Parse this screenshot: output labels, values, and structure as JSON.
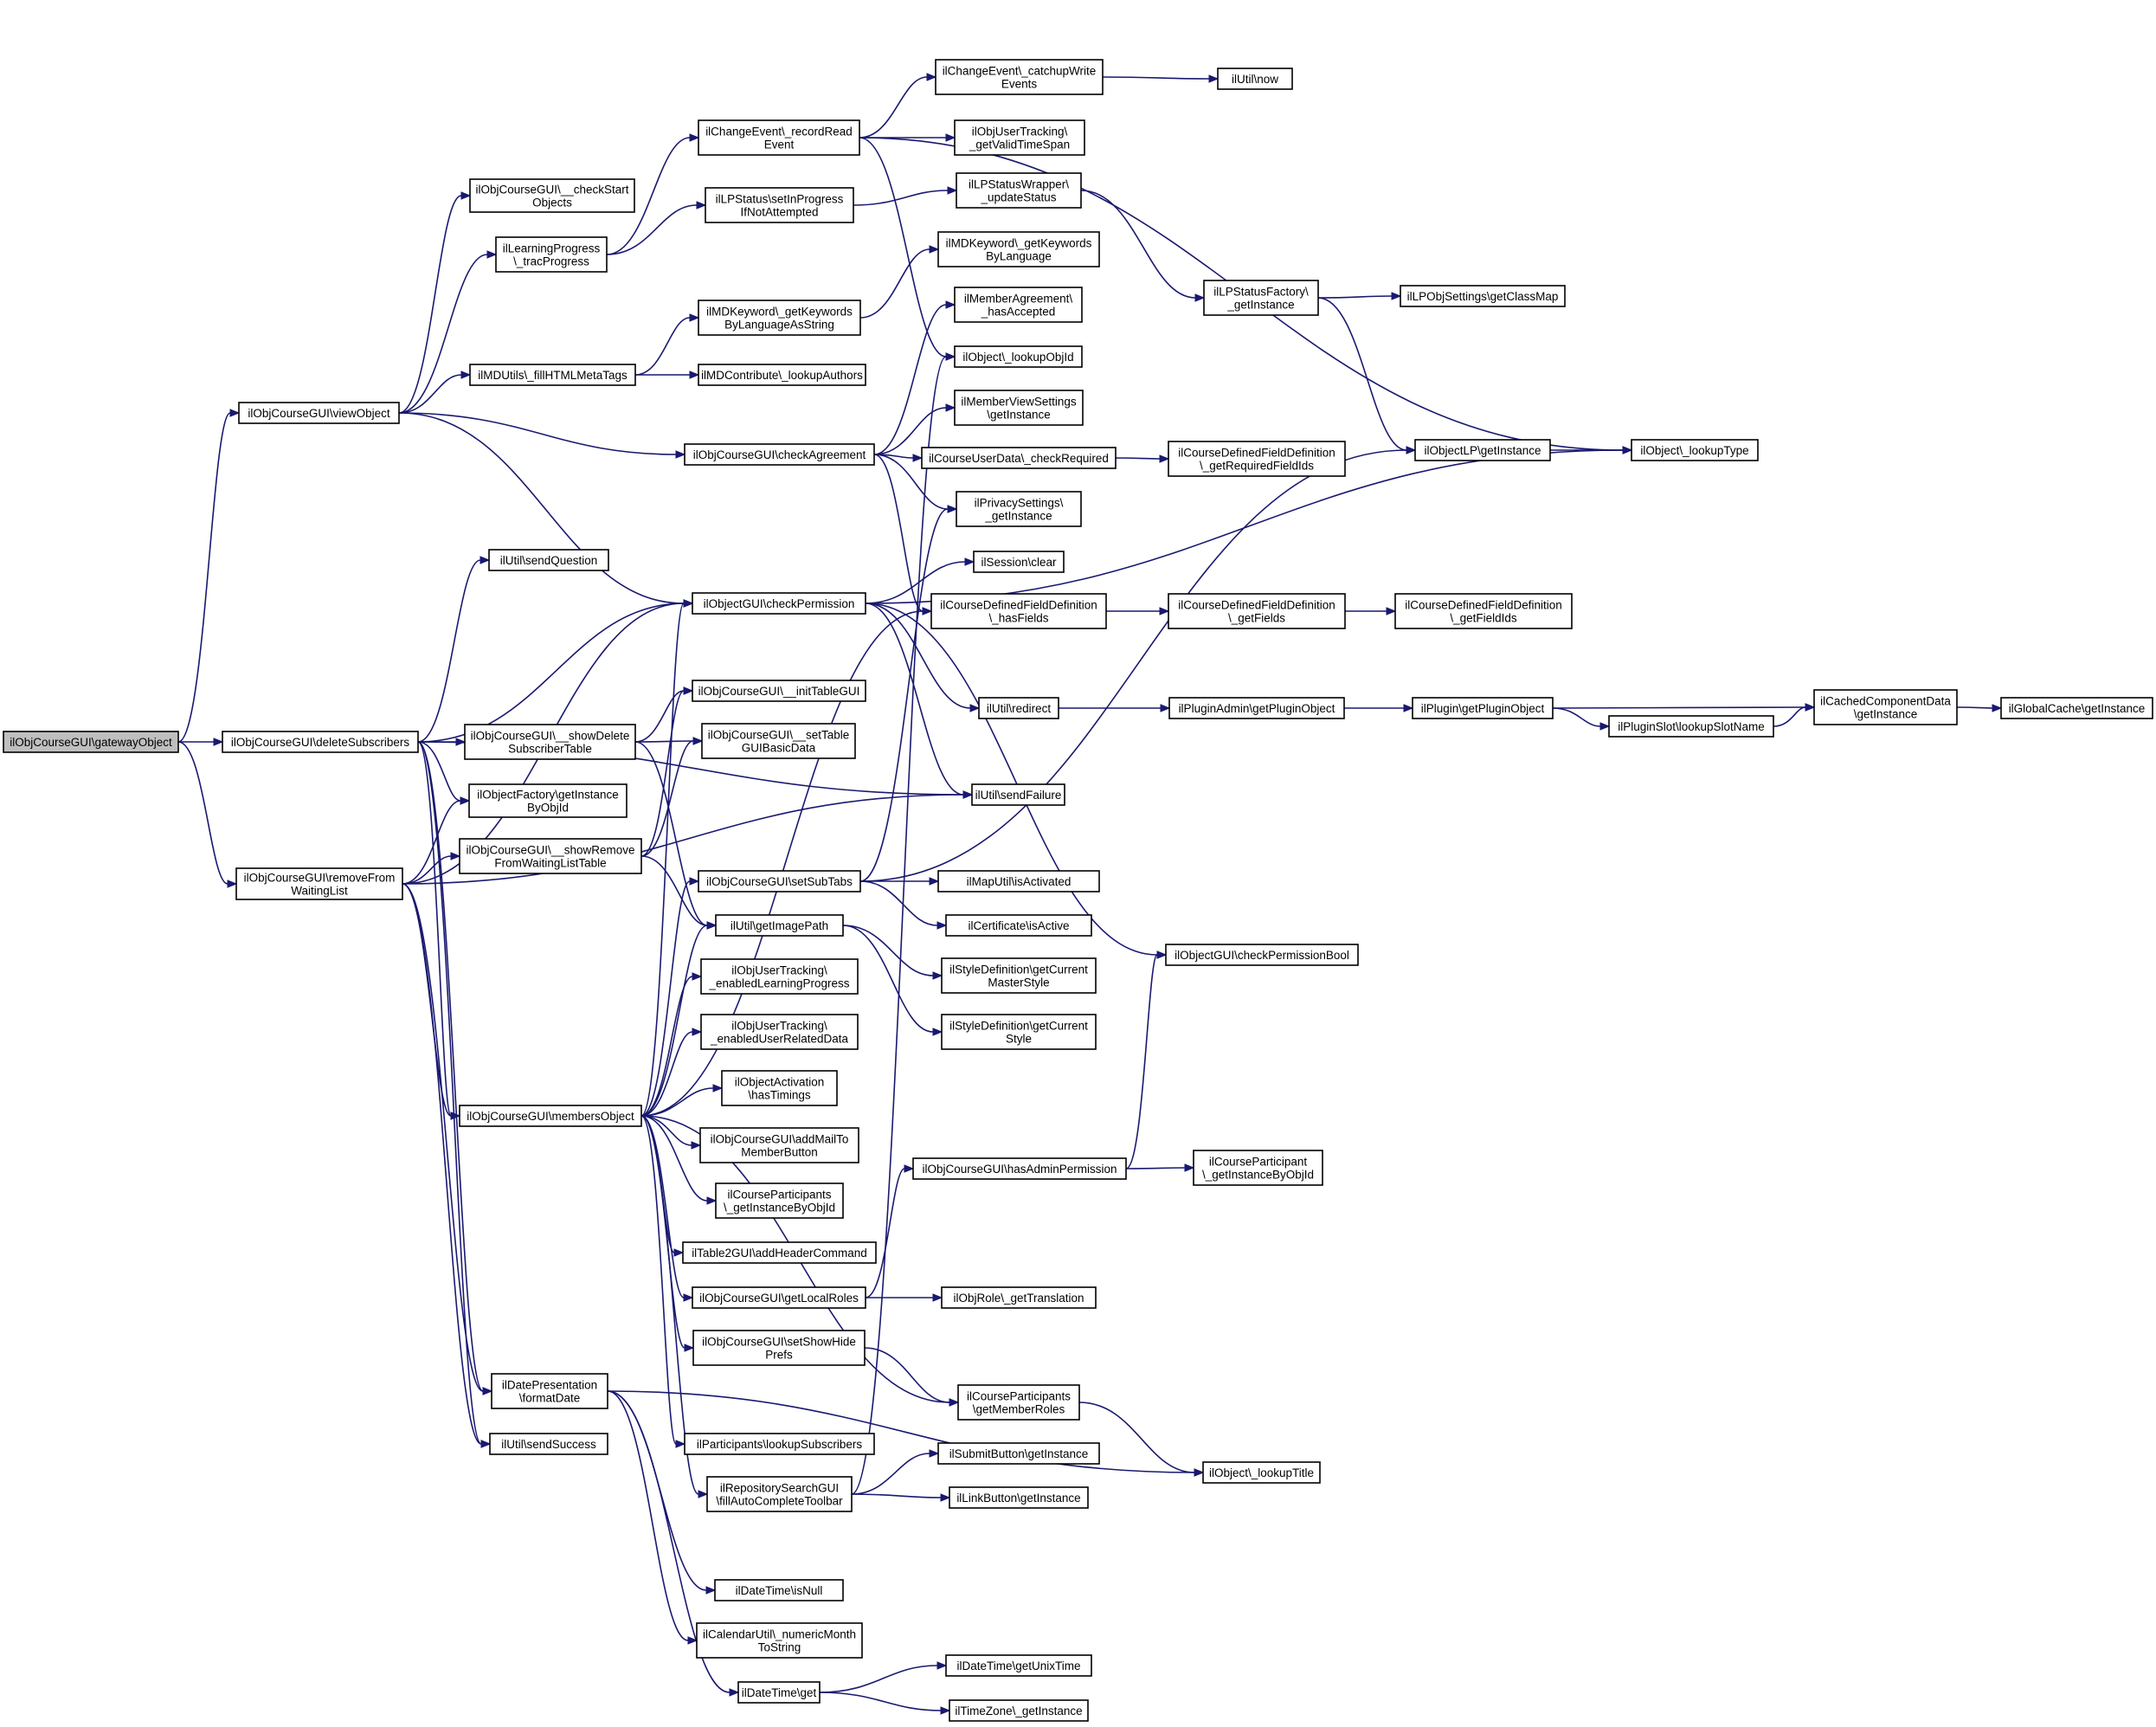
{
  "nodes": [
    {
      "id": "root",
      "lines": [
        "ilObjCourseGUI\\gatewayObject"
      ]
    },
    {
      "id": "viewObject",
      "lines": [
        "ilObjCourseGUI\\viewObject"
      ]
    },
    {
      "id": "deleteSubs",
      "lines": [
        "ilObjCourseGUI\\deleteSubscribers"
      ]
    },
    {
      "id": "removeWL",
      "lines": [
        "ilObjCourseGUI\\removeFrom",
        "WaitingList"
      ]
    },
    {
      "id": "checkStart",
      "lines": [
        "ilObjCourseGUI\\__checkStart",
        "Objects"
      ]
    },
    {
      "id": "lpTrac",
      "lines": [
        "ilLearningProgress",
        "\\_tracProgress"
      ]
    },
    {
      "id": "mdFill",
      "lines": [
        "ilMDUtils\\_fillHTMLMetaTags"
      ]
    },
    {
      "id": "sendQuestion",
      "lines": [
        "ilUtil\\sendQuestion"
      ]
    },
    {
      "id": "showDelete",
      "lines": [
        "ilObjCourseGUI\\__showDelete",
        "SubscriberTable"
      ]
    },
    {
      "id": "factory",
      "lines": [
        "ilObjectFactory\\getInstance",
        "ByObjId"
      ]
    },
    {
      "id": "showRemove",
      "lines": [
        "ilObjCourseGUI\\__showRemove",
        "FromWaitingListTable"
      ]
    },
    {
      "id": "membersObj",
      "lines": [
        "ilObjCourseGUI\\membersObject"
      ]
    },
    {
      "id": "datePres",
      "lines": [
        "ilDatePresentation",
        "\\formatDate"
      ]
    },
    {
      "id": "sendSuccess",
      "lines": [
        "ilUtil\\sendSuccess"
      ]
    },
    {
      "id": "recordRead",
      "lines": [
        "ilChangeEvent\\_recordRead",
        "Event"
      ]
    },
    {
      "id": "lpSetProg",
      "lines": [
        "ilLPStatus\\setInProgress",
        "IfNotAttempted"
      ]
    },
    {
      "id": "mdKwStr",
      "lines": [
        "ilMDKeyword\\_getKeywords",
        "ByLanguageAsString"
      ]
    },
    {
      "id": "mdContrib",
      "lines": [
        "ilMDContribute\\_lookupAuthors"
      ]
    },
    {
      "id": "checkAgree",
      "lines": [
        "ilObjCourseGUI\\checkAgreement"
      ]
    },
    {
      "id": "checkPerm",
      "lines": [
        "ilObjectGUI\\checkPermission"
      ]
    },
    {
      "id": "initTable",
      "lines": [
        "ilObjCourseGUI\\__initTableGUI"
      ]
    },
    {
      "id": "setTable",
      "lines": [
        "ilObjCourseGUI\\__setTable",
        "GUIBasicData"
      ]
    },
    {
      "id": "setSubTabs",
      "lines": [
        "ilObjCourseGUI\\setSubTabs"
      ]
    },
    {
      "id": "getImagePath",
      "lines": [
        "ilUtil\\getImagePath"
      ]
    },
    {
      "id": "enabledLP",
      "lines": [
        "ilObjUserTracking\\",
        "_enabledLearningProgress"
      ]
    },
    {
      "id": "enabledURD",
      "lines": [
        "ilObjUserTracking\\",
        "_enabledUserRelatedData"
      ]
    },
    {
      "id": "hasTimings",
      "lines": [
        "ilObjectActivation",
        "\\hasTimings"
      ]
    },
    {
      "id": "addMail",
      "lines": [
        "ilObjCourseGUI\\addMailTo",
        "MemberButton"
      ]
    },
    {
      "id": "cpInstance",
      "lines": [
        "ilCourseParticipants",
        "\\_getInstanceByObjId"
      ]
    },
    {
      "id": "table2",
      "lines": [
        "ilTable2GUI\\addHeaderCommand"
      ]
    },
    {
      "id": "localRoles",
      "lines": [
        "ilObjCourseGUI\\getLocalRoles"
      ]
    },
    {
      "id": "showHide",
      "lines": [
        "ilObjCourseGUI\\setShowHide",
        "Prefs"
      ]
    },
    {
      "id": "lookupSubs",
      "lines": [
        "ilParticipants\\lookupSubscribers"
      ]
    },
    {
      "id": "repoSearch",
      "lines": [
        "ilRepositorySearchGUI",
        "\\fillAutoCompleteToolbar"
      ]
    },
    {
      "id": "dtIsNull",
      "lines": [
        "ilDateTime\\isNull"
      ]
    },
    {
      "id": "calUtil",
      "lines": [
        "ilCalendarUtil\\_numericMonth",
        "ToString"
      ]
    },
    {
      "id": "dtGet",
      "lines": [
        "ilDateTime\\get"
      ]
    },
    {
      "id": "catchup",
      "lines": [
        "ilChangeEvent\\_catchupWrite",
        "Events"
      ]
    },
    {
      "id": "validTime",
      "lines": [
        "ilObjUserTracking\\",
        "_getValidTimeSpan"
      ]
    },
    {
      "id": "lpWrapper",
      "lines": [
        "ilLPStatusWrapper\\",
        "_updateStatus"
      ]
    },
    {
      "id": "mdKw",
      "lines": [
        "ilMDKeyword\\_getKeywords",
        "ByLanguage"
      ]
    },
    {
      "id": "memberAgree",
      "lines": [
        "ilMemberAgreement\\",
        "_hasAccepted"
      ]
    },
    {
      "id": "lookupObjId",
      "lines": [
        "ilObject\\_lookupObjId"
      ]
    },
    {
      "id": "memberView",
      "lines": [
        "ilMemberViewSettings",
        "\\getInstance"
      ]
    },
    {
      "id": "cud",
      "lines": [
        "ilCourseUserData\\_checkRequired"
      ]
    },
    {
      "id": "privacy",
      "lines": [
        "ilPrivacySettings\\",
        "_getInstance"
      ]
    },
    {
      "id": "session",
      "lines": [
        "ilSession\\clear"
      ]
    },
    {
      "id": "cdfHas",
      "lines": [
        "ilCourseDefinedFieldDefinition",
        "\\_hasFields"
      ]
    },
    {
      "id": "redirect",
      "lines": [
        "ilUtil\\redirect"
      ]
    },
    {
      "id": "sendFailure",
      "lines": [
        "ilUtil\\sendFailure"
      ]
    },
    {
      "id": "mapUtil",
      "lines": [
        "ilMapUtil\\isActivated"
      ]
    },
    {
      "id": "certificate",
      "lines": [
        "ilCertificate\\isActive"
      ]
    },
    {
      "id": "styleMaster",
      "lines": [
        "ilStyleDefinition\\getCurrent",
        "MasterStyle"
      ]
    },
    {
      "id": "styleCur",
      "lines": [
        "ilStyleDefinition\\getCurrent",
        "Style"
      ]
    },
    {
      "id": "hasAdmin",
      "lines": [
        "ilObjCourseGUI\\hasAdminPermission"
      ]
    },
    {
      "id": "objRole",
      "lines": [
        "ilObjRole\\_getTranslation"
      ]
    },
    {
      "id": "cpRoles",
      "lines": [
        "ilCourseParticipants",
        "\\getMemberRoles"
      ]
    },
    {
      "id": "submitBtn",
      "lines": [
        "ilSubmitButton\\getInstance"
      ]
    },
    {
      "id": "linkBtn",
      "lines": [
        "ilLinkButton\\getInstance"
      ]
    },
    {
      "id": "unixTime",
      "lines": [
        "ilDateTime\\getUnixTime"
      ]
    },
    {
      "id": "timeZone",
      "lines": [
        "ilTimeZone\\_getInstance"
      ]
    },
    {
      "id": "utilNow",
      "lines": [
        "ilUtil\\now"
      ]
    },
    {
      "id": "lpFactory",
      "lines": [
        "ilLPStatusFactory\\",
        "_getInstance"
      ]
    },
    {
      "id": "cdfReq",
      "lines": [
        "ilCourseDefinedFieldDefinition",
        "\\_getRequiredFieldIds"
      ]
    },
    {
      "id": "cdfGet",
      "lines": [
        "ilCourseDefinedFieldDefinition",
        "\\_getFields"
      ]
    },
    {
      "id": "pluginAdmin",
      "lines": [
        "ilPluginAdmin\\getPluginObject"
      ]
    },
    {
      "id": "permBool",
      "lines": [
        "ilObjectGUI\\checkPermissionBool"
      ]
    },
    {
      "id": "courseParticipant",
      "lines": [
        "ilCourseParticipant",
        "\\_getInstanceByObjId"
      ]
    },
    {
      "id": "lookupTitle",
      "lines": [
        "ilObject\\_lookupTitle"
      ]
    },
    {
      "id": "lpObjSettings",
      "lines": [
        "ilLPObjSettings\\getClassMap"
      ]
    },
    {
      "id": "objectLP",
      "lines": [
        "ilObjectLP\\getInstance"
      ]
    },
    {
      "id": "cdfIds",
      "lines": [
        "ilCourseDefinedFieldDefinition",
        "\\_getFieldIds"
      ]
    },
    {
      "id": "plugin",
      "lines": [
        "ilPlugin\\getPluginObject"
      ]
    },
    {
      "id": "pluginSlot",
      "lines": [
        "ilPluginSlot\\lookupSlotName"
      ]
    },
    {
      "id": "lookupType",
      "lines": [
        "ilObject\\_lookupType"
      ]
    },
    {
      "id": "cachedComp",
      "lines": [
        "ilCachedComponentData",
        "\\getInstance"
      ]
    },
    {
      "id": "globalCache",
      "lines": [
        "ilGlobalCache\\getInstance"
      ]
    }
  ],
  "edges": [
    [
      "root",
      "viewObject"
    ],
    [
      "root",
      "deleteSubs"
    ],
    [
      "root",
      "removeWL"
    ],
    [
      "viewObject",
      "checkStart"
    ],
    [
      "viewObject",
      "lpTrac"
    ],
    [
      "viewObject",
      "mdFill"
    ],
    [
      "viewObject",
      "checkAgree"
    ],
    [
      "viewObject",
      "checkPerm"
    ],
    [
      "deleteSubs",
      "sendQuestion"
    ],
    [
      "deleteSubs",
      "checkPerm"
    ],
    [
      "deleteSubs",
      "showDelete"
    ],
    [
      "deleteSubs",
      "factory"
    ],
    [
      "deleteSubs",
      "membersObj"
    ],
    [
      "deleteSubs",
      "datePres"
    ],
    [
      "deleteSubs",
      "sendSuccess"
    ],
    [
      "deleteSubs",
      "sendFailure"
    ],
    [
      "removeWL",
      "checkPerm"
    ],
    [
      "removeWL",
      "factory"
    ],
    [
      "removeWL",
      "showRemove"
    ],
    [
      "removeWL",
      "membersObj"
    ],
    [
      "removeWL",
      "datePres"
    ],
    [
      "removeWL",
      "sendSuccess"
    ],
    [
      "removeWL",
      "sendFailure"
    ],
    [
      "lpTrac",
      "recordRead"
    ],
    [
      "lpTrac",
      "lpSetProg"
    ],
    [
      "mdFill",
      "mdKwStr"
    ],
    [
      "mdFill",
      "mdContrib"
    ],
    [
      "showDelete",
      "initTable"
    ],
    [
      "showDelete",
      "setTable"
    ],
    [
      "showDelete",
      "getImagePath"
    ],
    [
      "showRemove",
      "initTable"
    ],
    [
      "showRemove",
      "setTable"
    ],
    [
      "showRemove",
      "getImagePath"
    ],
    [
      "membersObj",
      "checkPerm"
    ],
    [
      "membersObj",
      "setSubTabs"
    ],
    [
      "membersObj",
      "getImagePath"
    ],
    [
      "membersObj",
      "enabledLP"
    ],
    [
      "membersObj",
      "enabledURD"
    ],
    [
      "membersObj",
      "hasTimings"
    ],
    [
      "membersObj",
      "addMail"
    ],
    [
      "membersObj",
      "cpInstance"
    ],
    [
      "membersObj",
      "table2"
    ],
    [
      "membersObj",
      "localRoles"
    ],
    [
      "membersObj",
      "showHide"
    ],
    [
      "membersObj",
      "lookupSubs"
    ],
    [
      "membersObj",
      "repoSearch"
    ],
    [
      "membersObj",
      "cpRoles"
    ],
    [
      "membersObj",
      "cdfHas"
    ],
    [
      "datePres",
      "dtIsNull"
    ],
    [
      "datePres",
      "calUtil"
    ],
    [
      "datePres",
      "dtGet"
    ],
    [
      "datePres",
      "lookupTitle"
    ],
    [
      "recordRead",
      "catchup"
    ],
    [
      "recordRead",
      "validTime"
    ],
    [
      "recordRead",
      "lookupObjId"
    ],
    [
      "recordRead",
      "lookupType"
    ],
    [
      "lpSetProg",
      "lpWrapper"
    ],
    [
      "mdKwStr",
      "mdKw"
    ],
    [
      "checkAgree",
      "memberAgree"
    ],
    [
      "checkAgree",
      "memberView"
    ],
    [
      "checkAgree",
      "cud"
    ],
    [
      "checkAgree",
      "privacy"
    ],
    [
      "checkAgree",
      "cdfHas"
    ],
    [
      "checkPerm",
      "session"
    ],
    [
      "checkPerm",
      "redirect"
    ],
    [
      "checkPerm",
      "sendFailure"
    ],
    [
      "checkPerm",
      "permBool"
    ],
    [
      "checkPerm",
      "lookupType"
    ],
    [
      "setSubTabs",
      "mapUtil"
    ],
    [
      "setSubTabs",
      "certificate"
    ],
    [
      "setSubTabs",
      "privacy"
    ],
    [
      "setSubTabs",
      "objectLP"
    ],
    [
      "getImagePath",
      "styleMaster"
    ],
    [
      "getImagePath",
      "styleCur"
    ],
    [
      "localRoles",
      "objRole"
    ],
    [
      "localRoles",
      "hasAdmin"
    ],
    [
      "showHide",
      "cpRoles"
    ],
    [
      "repoSearch",
      "submitBtn"
    ],
    [
      "repoSearch",
      "linkBtn"
    ],
    [
      "repoSearch",
      "lookupObjId"
    ],
    [
      "dtGet",
      "unixTime"
    ],
    [
      "dtGet",
      "timeZone"
    ],
    [
      "catchup",
      "utilNow"
    ],
    [
      "lpWrapper",
      "lpFactory"
    ],
    [
      "cud",
      "cdfReq"
    ],
    [
      "cdfHas",
      "cdfGet"
    ],
    [
      "redirect",
      "pluginAdmin"
    ],
    [
      "hasAdmin",
      "permBool"
    ],
    [
      "hasAdmin",
      "courseParticipant"
    ],
    [
      "cpRoles",
      "lookupTitle"
    ],
    [
      "lpFactory",
      "lpObjSettings"
    ],
    [
      "lpFactory",
      "objectLP"
    ],
    [
      "objectLP",
      "lookupType"
    ],
    [
      "cdfGet",
      "cdfIds"
    ],
    [
      "pluginAdmin",
      "plugin"
    ],
    [
      "plugin",
      "pluginSlot"
    ],
    [
      "plugin",
      "cachedComp"
    ],
    [
      "pluginSlot",
      "cachedComp"
    ],
    [
      "cachedComp",
      "globalCache"
    ]
  ]
}
